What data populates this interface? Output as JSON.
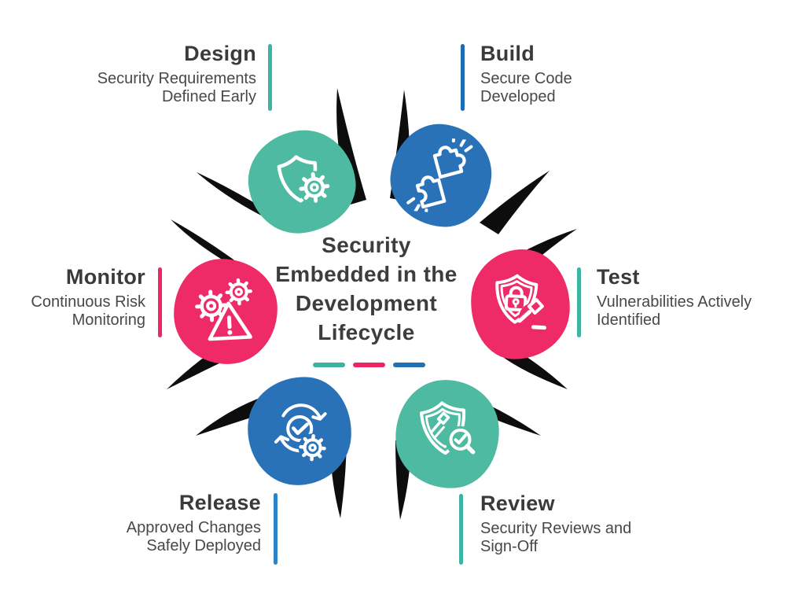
{
  "title": {
    "text": "Security Embedded in the Development Lifecycle",
    "lines": [
      "Security",
      "Embedded in the",
      "Development",
      "Lifecycle"
    ]
  },
  "colors": {
    "blob_teal": "#4dbaa1",
    "blob_blue": "#2a72b8",
    "blob_pink": "#ee2a67",
    "bar_teal": "#3cb4a1",
    "bar_pink": "#ee2664",
    "bar_blue_dark": "#1d6bb1",
    "bar_blue_light": "#2c84c8",
    "title_text": "#3a3a3c",
    "body_text": "#48484a",
    "claw_black": "#0d0d0d",
    "background": "#ffffff"
  },
  "center_dashes": [
    {
      "color": "#3cb4a1"
    },
    {
      "color": "#ee2664"
    },
    {
      "color": "#2270b4"
    }
  ],
  "nodes": [
    {
      "id": "design",
      "label": "Design",
      "desc_lines": [
        "Security Requirements",
        "Defined Early"
      ],
      "icon": "shield-gear-icon",
      "blob_color": "#4dbaa1",
      "bar_color": "#3cb4a1"
    },
    {
      "id": "build",
      "label": "Build",
      "desc_lines": [
        "Secure Code",
        "Developed"
      ],
      "icon": "puzzle-pieces-icon",
      "blob_color": "#2a72b8",
      "bar_color": "#1d6bb1"
    },
    {
      "id": "test",
      "label": "Test",
      "desc_lines": [
        "Vulnerabilities Actively",
        "Identified"
      ],
      "icon": "shield-lock-gavel-icon",
      "blob_color": "#ee2a67",
      "bar_color": "#3cb4a1"
    },
    {
      "id": "review",
      "label": "Review",
      "desc_lines": [
        "Security Reviews and",
        "Sign-Off"
      ],
      "icon": "shield-gavel-magnifier-icon",
      "blob_color": "#4dbaa1",
      "bar_color": "#3cb4a1"
    },
    {
      "id": "release",
      "label": "Release",
      "desc_lines": [
        "Approved Changes",
        "Safely Deployed"
      ],
      "icon": "sync-check-gear-icon",
      "blob_color": "#2a72b8",
      "bar_color": "#2c84c8"
    },
    {
      "id": "monitor",
      "label": "Monitor",
      "desc_lines": [
        "Continuous Risk",
        "Monitoring"
      ],
      "icon": "gears-warning-icon",
      "blob_color": "#ee2a67",
      "bar_color": "#ee2664"
    }
  ]
}
